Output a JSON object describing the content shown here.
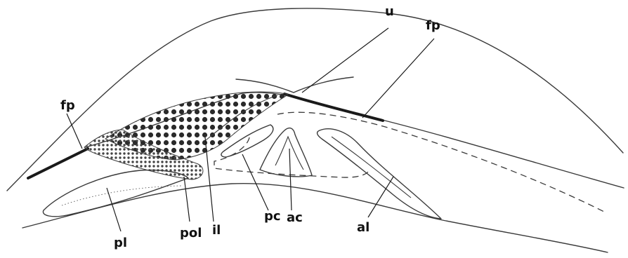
{
  "labels": {
    "u": "u",
    "fp_left": "fp",
    "fp_right": "fp",
    "pl": "pl",
    "pol": "pol",
    "il": "il",
    "pc": "pc",
    "ac": "ac",
    "al": "al"
  },
  "colors": {
    "line": "#3a3a3a",
    "heavy": "#1a1a1a",
    "dots": "#2a2a2a"
  }
}
